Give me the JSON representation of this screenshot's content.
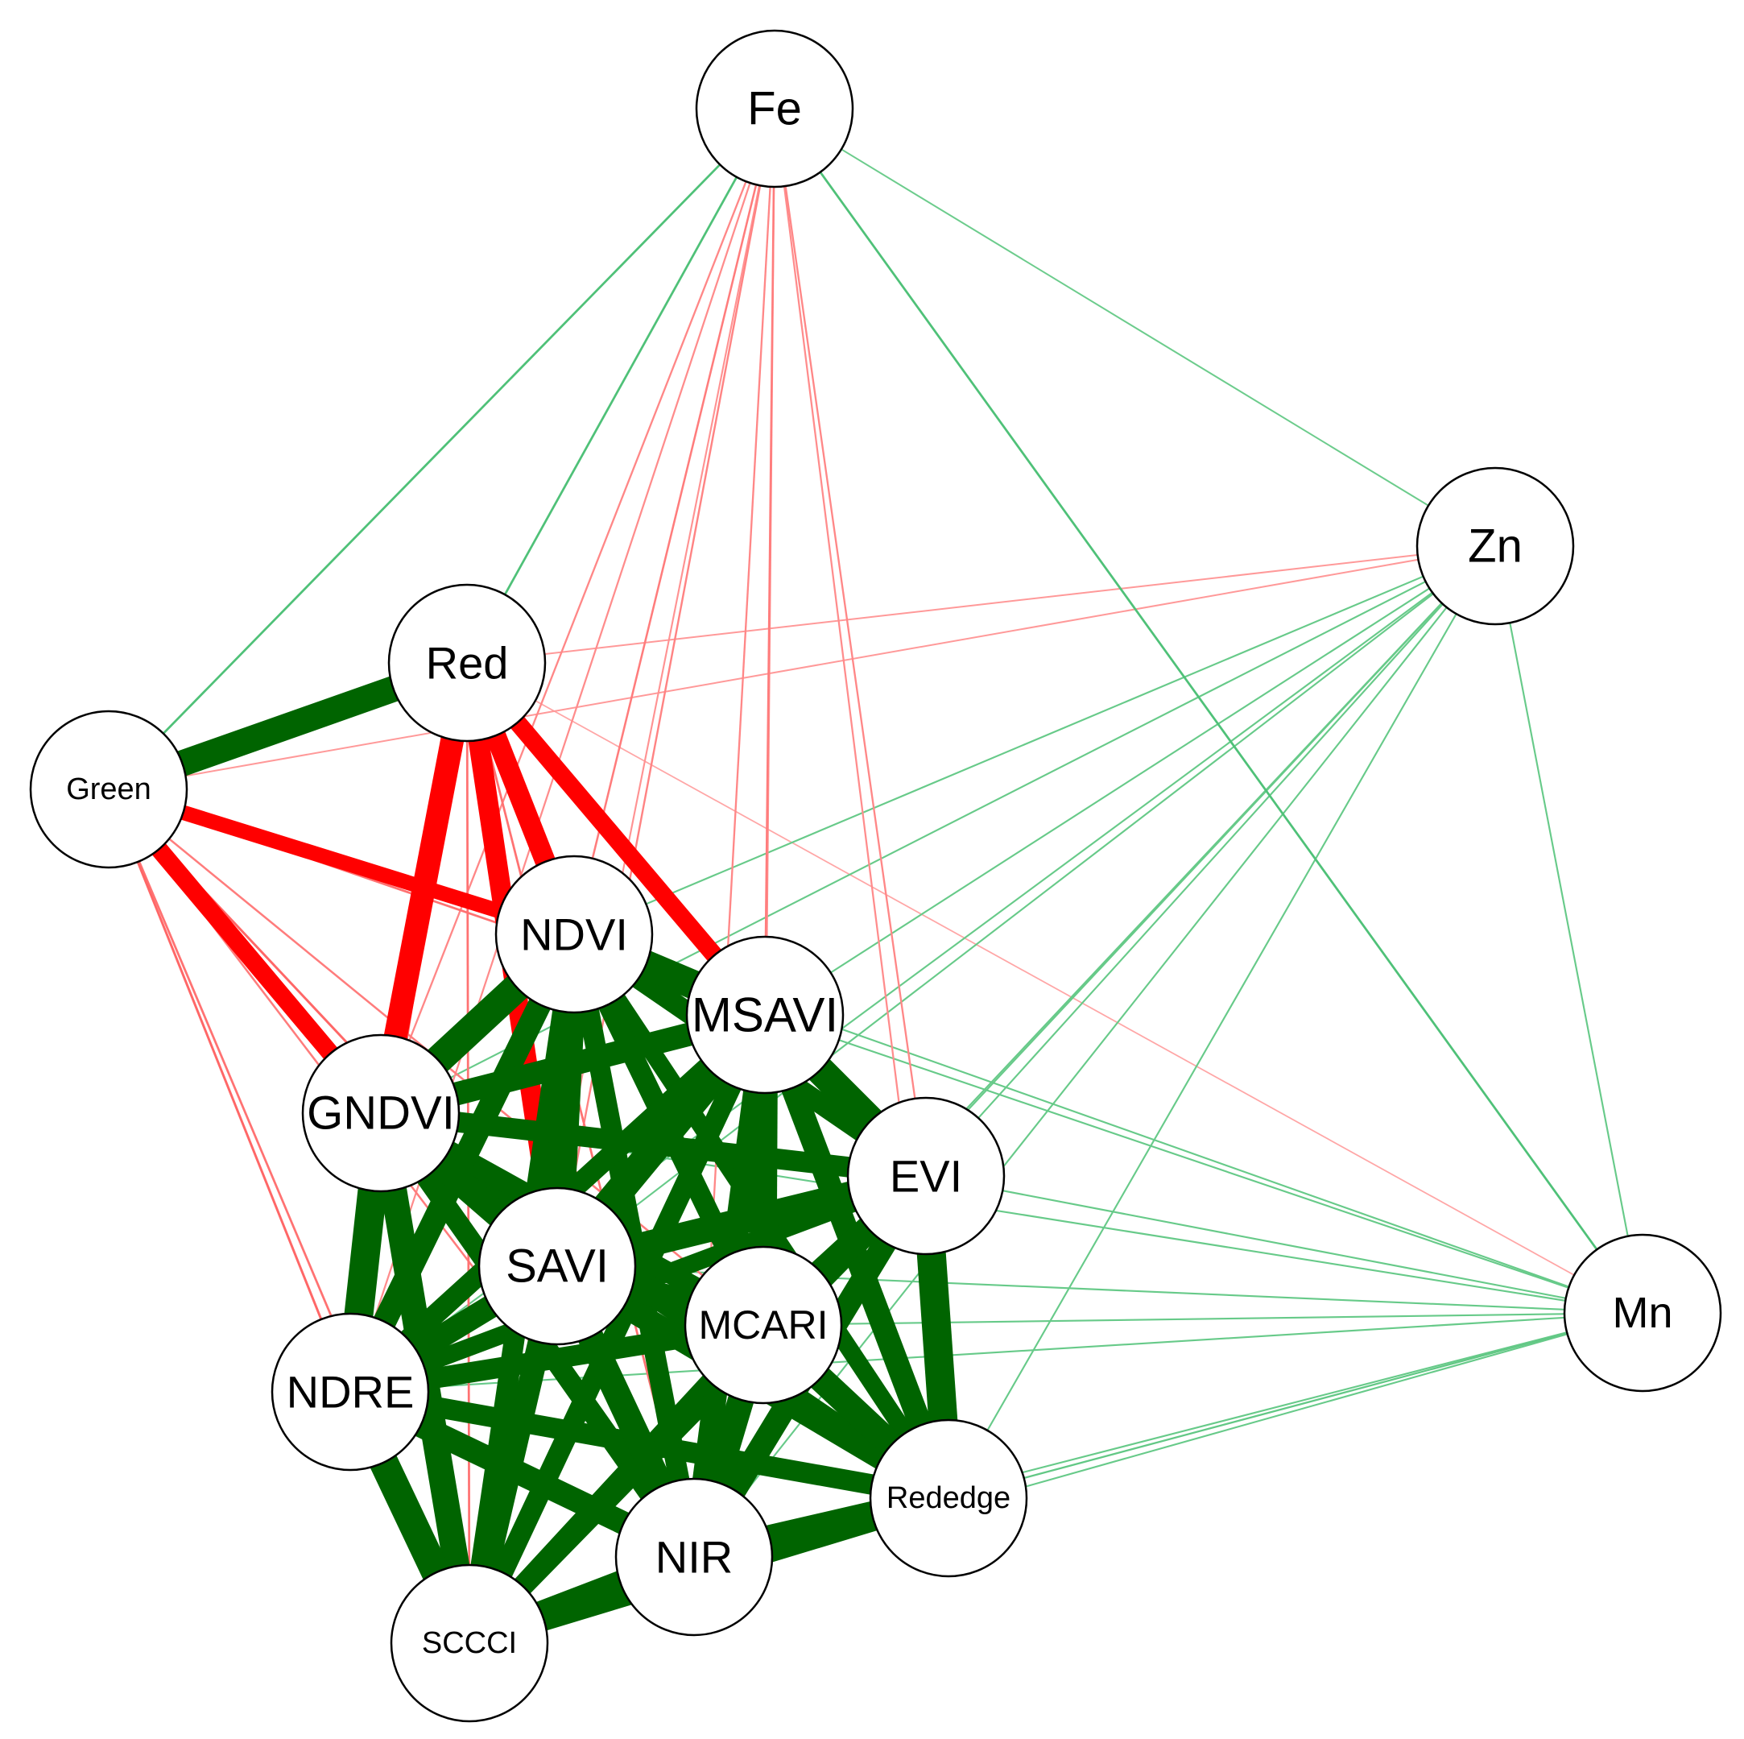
{
  "diagram": {
    "type": "correlation-network",
    "colors": {
      "positive_strong": "#006400",
      "positive_weak": "#7fd39a",
      "negative_strong": "#ff0000",
      "negative_weak": "#ffb3b3",
      "node_fill": "#ffffff",
      "node_stroke": "#000000"
    },
    "nodes": [
      {
        "id": "Fe",
        "label": "Fe"
      },
      {
        "id": "Zn",
        "label": "Zn"
      },
      {
        "id": "Mn",
        "label": "Mn"
      },
      {
        "id": "Red",
        "label": "Red"
      },
      {
        "id": "Green",
        "label": "Green"
      },
      {
        "id": "NDVI",
        "label": "NDVI"
      },
      {
        "id": "MSAVI",
        "label": "MSAVI"
      },
      {
        "id": "GNDVI",
        "label": "GNDVI"
      },
      {
        "id": "EVI",
        "label": "EVI"
      },
      {
        "id": "SAVI",
        "label": "SAVI"
      },
      {
        "id": "MCARI",
        "label": "MCARI"
      },
      {
        "id": "NDRE",
        "label": "NDRE"
      },
      {
        "id": "Rededge",
        "label": "Rededge"
      },
      {
        "id": "NIR",
        "label": "NIR"
      },
      {
        "id": "SCCCI",
        "label": "SCCCI"
      }
    ],
    "edges": [
      {
        "source": "Green",
        "target": "Red",
        "sign": "positive",
        "strength": 0.95
      },
      {
        "source": "Red",
        "target": "GNDVI",
        "sign": "negative",
        "strength": 0.9
      },
      {
        "source": "Red",
        "target": "NDVI",
        "sign": "negative",
        "strength": 0.85
      },
      {
        "source": "Red",
        "target": "MSAVI",
        "sign": "negative",
        "strength": 0.8
      },
      {
        "source": "Red",
        "target": "SAVI",
        "sign": "negative",
        "strength": 0.85
      },
      {
        "source": "Red",
        "target": "NDRE",
        "sign": "negative",
        "strength": 0.35
      },
      {
        "source": "Red",
        "target": "SCCCI",
        "sign": "negative",
        "strength": 0.3
      },
      {
        "source": "Red",
        "target": "NIR",
        "sign": "negative",
        "strength": 0.3
      },
      {
        "source": "Green",
        "target": "NDVI",
        "sign": "negative",
        "strength": 0.75
      },
      {
        "source": "Green",
        "target": "GNDVI",
        "sign": "negative",
        "strength": 0.8
      },
      {
        "source": "Green",
        "target": "SAVI",
        "sign": "negative",
        "strength": 0.35
      },
      {
        "source": "Green",
        "target": "MSAVI",
        "sign": "negative",
        "strength": 0.3
      },
      {
        "source": "Green",
        "target": "NDRE",
        "sign": "negative",
        "strength": 0.35
      },
      {
        "source": "Green",
        "target": "SCCCI",
        "sign": "negative",
        "strength": 0.3
      },
      {
        "source": "Green",
        "target": "NIR",
        "sign": "negative",
        "strength": 0.25
      },
      {
        "source": "Green",
        "target": "MCARI",
        "sign": "negative",
        "strength": 0.25
      },
      {
        "source": "Green",
        "target": "Fe",
        "sign": "positive",
        "strength": 0.3
      },
      {
        "source": "Green",
        "target": "Zn",
        "sign": "negative",
        "strength": 0.12
      },
      {
        "source": "Red",
        "target": "Fe",
        "sign": "positive",
        "strength": 0.3
      },
      {
        "source": "Red",
        "target": "Zn",
        "sign": "negative",
        "strength": 0.12
      },
      {
        "source": "Red",
        "target": "Mn",
        "sign": "negative",
        "strength": 0.06
      },
      {
        "source": "Fe",
        "target": "NDVI",
        "sign": "negative",
        "strength": 0.25
      },
      {
        "source": "Fe",
        "target": "MSAVI",
        "sign": "negative",
        "strength": 0.25
      },
      {
        "source": "Fe",
        "target": "GNDVI",
        "sign": "negative",
        "strength": 0.2
      },
      {
        "source": "Fe",
        "target": "EVI",
        "sign": "negative",
        "strength": 0.2
      },
      {
        "source": "Fe",
        "target": "SAVI",
        "sign": "negative",
        "strength": 0.22
      },
      {
        "source": "Fe",
        "target": "MCARI",
        "sign": "negative",
        "strength": 0.18
      },
      {
        "source": "Fe",
        "target": "NDRE",
        "sign": "negative",
        "strength": 0.18
      },
      {
        "source": "Fe",
        "target": "Rededge",
        "sign": "negative",
        "strength": 0.18
      },
      {
        "source": "Fe",
        "target": "NIR",
        "sign": "negative",
        "strength": 0.2
      },
      {
        "source": "Fe",
        "target": "SCCCI",
        "sign": "negative",
        "strength": 0.15
      },
      {
        "source": "Fe",
        "target": "Mn",
        "sign": "positive",
        "strength": 0.3
      },
      {
        "source": "Fe",
        "target": "Zn",
        "sign": "positive",
        "strength": 0.12
      },
      {
        "source": "Zn",
        "target": "NDVI",
        "sign": "positive",
        "strength": 0.15
      },
      {
        "source": "Zn",
        "target": "MSAVI",
        "sign": "positive",
        "strength": 0.15
      },
      {
        "source": "Zn",
        "target": "GNDVI",
        "sign": "positive",
        "strength": 0.15
      },
      {
        "source": "Zn",
        "target": "EVI",
        "sign": "positive",
        "strength": 0.15
      },
      {
        "source": "Zn",
        "target": "SAVI",
        "sign": "positive",
        "strength": 0.15
      },
      {
        "source": "Zn",
        "target": "MCARI",
        "sign": "positive",
        "strength": 0.15
      },
      {
        "source": "Zn",
        "target": "NDRE",
        "sign": "positive",
        "strength": 0.15
      },
      {
        "source": "Zn",
        "target": "Rededge",
        "sign": "positive",
        "strength": 0.15
      },
      {
        "source": "Zn",
        "target": "NIR",
        "sign": "positive",
        "strength": 0.15
      },
      {
        "source": "Zn",
        "target": "SCCCI",
        "sign": "positive",
        "strength": 0.15
      },
      {
        "source": "Zn",
        "target": "Mn",
        "sign": "positive",
        "strength": 0.15
      },
      {
        "source": "Mn",
        "target": "NDVI",
        "sign": "positive",
        "strength": 0.15
      },
      {
        "source": "Mn",
        "target": "MSAVI",
        "sign": "positive",
        "strength": 0.15
      },
      {
        "source": "Mn",
        "target": "GNDVI",
        "sign": "positive",
        "strength": 0.15
      },
      {
        "source": "Mn",
        "target": "EVI",
        "sign": "positive",
        "strength": 0.15
      },
      {
        "source": "Mn",
        "target": "SAVI",
        "sign": "positive",
        "strength": 0.15
      },
      {
        "source": "Mn",
        "target": "MCARI",
        "sign": "positive",
        "strength": 0.15
      },
      {
        "source": "Mn",
        "target": "NDRE",
        "sign": "positive",
        "strength": 0.15
      },
      {
        "source": "Mn",
        "target": "Rededge",
        "sign": "positive",
        "strength": 0.18
      },
      {
        "source": "Mn",
        "target": "NIR",
        "sign": "positive",
        "strength": 0.15
      },
      {
        "source": "Mn",
        "target": "SCCCI",
        "sign": "positive",
        "strength": 0.15
      },
      {
        "source": "NDVI",
        "target": "MSAVI",
        "sign": "positive",
        "strength": 1.0
      },
      {
        "source": "NDVI",
        "target": "GNDVI",
        "sign": "positive",
        "strength": 1.0
      },
      {
        "source": "NDVI",
        "target": "EVI",
        "sign": "positive",
        "strength": 0.85
      },
      {
        "source": "NDVI",
        "target": "SAVI",
        "sign": "positive",
        "strength": 1.0
      },
      {
        "source": "NDVI",
        "target": "MCARI",
        "sign": "positive",
        "strength": 0.85
      },
      {
        "source": "NDVI",
        "target": "NDRE",
        "sign": "positive",
        "strength": 0.9
      },
      {
        "source": "NDVI",
        "target": "Rededge",
        "sign": "positive",
        "strength": 0.8
      },
      {
        "source": "NDVI",
        "target": "NIR",
        "sign": "positive",
        "strength": 0.85
      },
      {
        "source": "NDVI",
        "target": "SCCCI",
        "sign": "positive",
        "strength": 0.85
      },
      {
        "source": "MSAVI",
        "target": "GNDVI",
        "sign": "positive",
        "strength": 0.9
      },
      {
        "source": "MSAVI",
        "target": "EVI",
        "sign": "positive",
        "strength": 1.0
      },
      {
        "source": "MSAVI",
        "target": "SAVI",
        "sign": "positive",
        "strength": 1.0
      },
      {
        "source": "MSAVI",
        "target": "MCARI",
        "sign": "positive",
        "strength": 0.95
      },
      {
        "source": "MSAVI",
        "target": "NDRE",
        "sign": "positive",
        "strength": 0.85
      },
      {
        "source": "MSAVI",
        "target": "Rededge",
        "sign": "positive",
        "strength": 0.9
      },
      {
        "source": "MSAVI",
        "target": "NIR",
        "sign": "positive",
        "strength": 0.9
      },
      {
        "source": "MSAVI",
        "target": "SCCCI",
        "sign": "positive",
        "strength": 0.85
      },
      {
        "source": "GNDVI",
        "target": "EVI",
        "sign": "positive",
        "strength": 0.85
      },
      {
        "source": "GNDVI",
        "target": "SAVI",
        "sign": "positive",
        "strength": 0.95
      },
      {
        "source": "GNDVI",
        "target": "MCARI",
        "sign": "positive",
        "strength": 0.85
      },
      {
        "source": "GNDVI",
        "target": "NDRE",
        "sign": "positive",
        "strength": 1.0
      },
      {
        "source": "GNDVI",
        "target": "Rededge",
        "sign": "positive",
        "strength": 0.8
      },
      {
        "source": "GNDVI",
        "target": "NIR",
        "sign": "positive",
        "strength": 0.85
      },
      {
        "source": "GNDVI",
        "target": "SCCCI",
        "sign": "positive",
        "strength": 0.95
      },
      {
        "source": "EVI",
        "target": "SAVI",
        "sign": "positive",
        "strength": 0.95
      },
      {
        "source": "EVI",
        "target": "MCARI",
        "sign": "positive",
        "strength": 0.95
      },
      {
        "source": "EVI",
        "target": "NDRE",
        "sign": "positive",
        "strength": 0.8
      },
      {
        "source": "EVI",
        "target": "Rededge",
        "sign": "positive",
        "strength": 1.0
      },
      {
        "source": "EVI",
        "target": "NIR",
        "sign": "positive",
        "strength": 0.9
      },
      {
        "source": "EVI",
        "target": "SCCCI",
        "sign": "positive",
        "strength": 0.8
      },
      {
        "source": "SAVI",
        "target": "MCARI",
        "sign": "positive",
        "strength": 0.95
      },
      {
        "source": "SAVI",
        "target": "NDRE",
        "sign": "positive",
        "strength": 0.9
      },
      {
        "source": "SAVI",
        "target": "Rededge",
        "sign": "positive",
        "strength": 0.9
      },
      {
        "source": "SAVI",
        "target": "NIR",
        "sign": "positive",
        "strength": 0.95
      },
      {
        "source": "SAVI",
        "target": "SCCCI",
        "sign": "positive",
        "strength": 0.9
      },
      {
        "source": "MCARI",
        "target": "NDRE",
        "sign": "positive",
        "strength": 0.85
      },
      {
        "source": "MCARI",
        "target": "Rededge",
        "sign": "positive",
        "strength": 0.95
      },
      {
        "source": "MCARI",
        "target": "NIR",
        "sign": "positive",
        "strength": 0.95
      },
      {
        "source": "MCARI",
        "target": "SCCCI",
        "sign": "positive",
        "strength": 0.85
      },
      {
        "source": "NDRE",
        "target": "Rededge",
        "sign": "positive",
        "strength": 0.85
      },
      {
        "source": "NDRE",
        "target": "NIR",
        "sign": "positive",
        "strength": 0.9
      },
      {
        "source": "NDRE",
        "target": "SCCCI",
        "sign": "positive",
        "strength": 1.0
      },
      {
        "source": "Rededge",
        "target": "NIR",
        "sign": "positive",
        "strength": 1.0
      },
      {
        "source": "Rededge",
        "target": "SCCCI",
        "sign": "positive",
        "strength": 0.85
      },
      {
        "source": "NIR",
        "target": "SCCCI",
        "sign": "positive",
        "strength": 1.0
      }
    ]
  }
}
